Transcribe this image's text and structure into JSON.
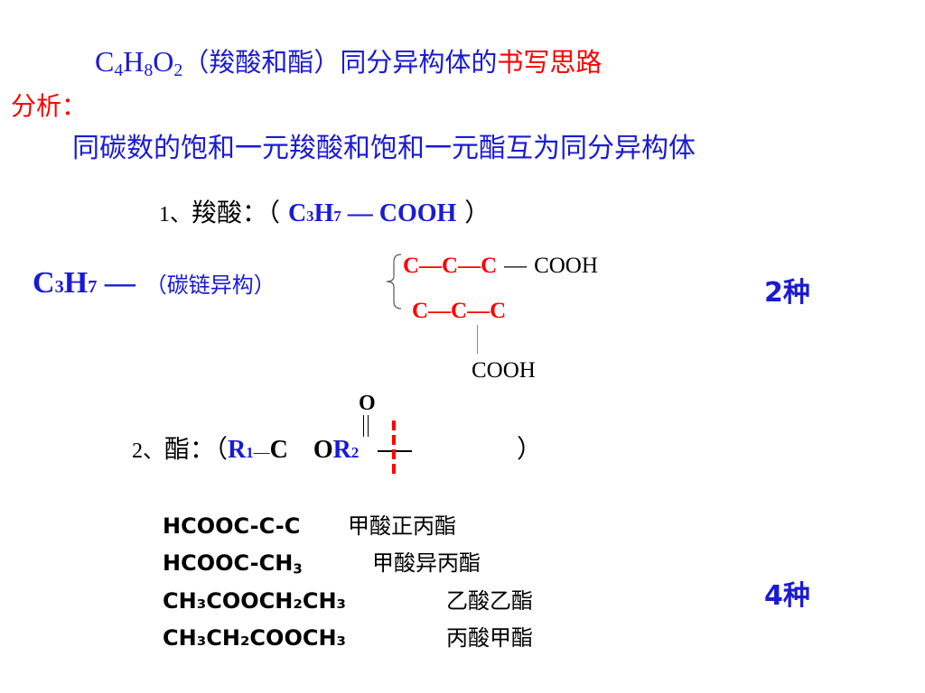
{
  "title": {
    "formula_c": "C",
    "formula_c_sub": "4",
    "formula_h": "H",
    "formula_h_sub": "8",
    "formula_o": "O",
    "formula_o_sub": "2",
    "paren_text": "（羧酸和酯）同分异构体的",
    "highlight": "书写思路"
  },
  "analysis_label": "分析：",
  "analysis_text": "同碳数的饱和一元羧酸和饱和一元酯互为同分异构体",
  "section1": {
    "number": "1、",
    "label": "羧酸：",
    "open_paren": "（",
    "formula_c": "C",
    "formula_c_sub": "3",
    "formula_h": "H",
    "formula_h_sub": "7",
    "dash": "—",
    "cooh": "COOH",
    "close_paren": "）"
  },
  "c3h7": {
    "c": "C",
    "c_sub": "3",
    "h": "H",
    "h_sub": "7",
    "dash": "—",
    "isomer_note": "（碳链异构）"
  },
  "chain1": {
    "carbons": "C—C—C",
    "dash": "—",
    "group": "COOH"
  },
  "chain2": {
    "carbons": "C—C—C",
    "group": "COOH"
  },
  "count_acid": "2种",
  "section2": {
    "number": "2、",
    "label": "酯：",
    "open_paren": "（",
    "r1": "R",
    "r1_sub": "1",
    "bond1": "—",
    "carbon": "C",
    "oxygen_top": "O",
    "oxygen": "O",
    "r2": "R",
    "r2_sub": "2",
    "close_paren": "）"
  },
  "esters": [
    {
      "formula": "HCOOC-C-C",
      "name": "甲酸正丙酯"
    },
    {
      "formula": "HCOOC-CH",
      "formula_sub": "3",
      "name": "甲酸异丙酯"
    },
    {
      "formula": "CH₃COOCH₂CH₃",
      "name": "乙酸乙酯"
    },
    {
      "formula": "CH₃CH₂COOCH₃",
      "name": "丙酸甲酯"
    }
  ],
  "count_ester": "4种",
  "colors": {
    "blue": "#1a1ad6",
    "red": "#ff0000",
    "black": "#000000"
  }
}
